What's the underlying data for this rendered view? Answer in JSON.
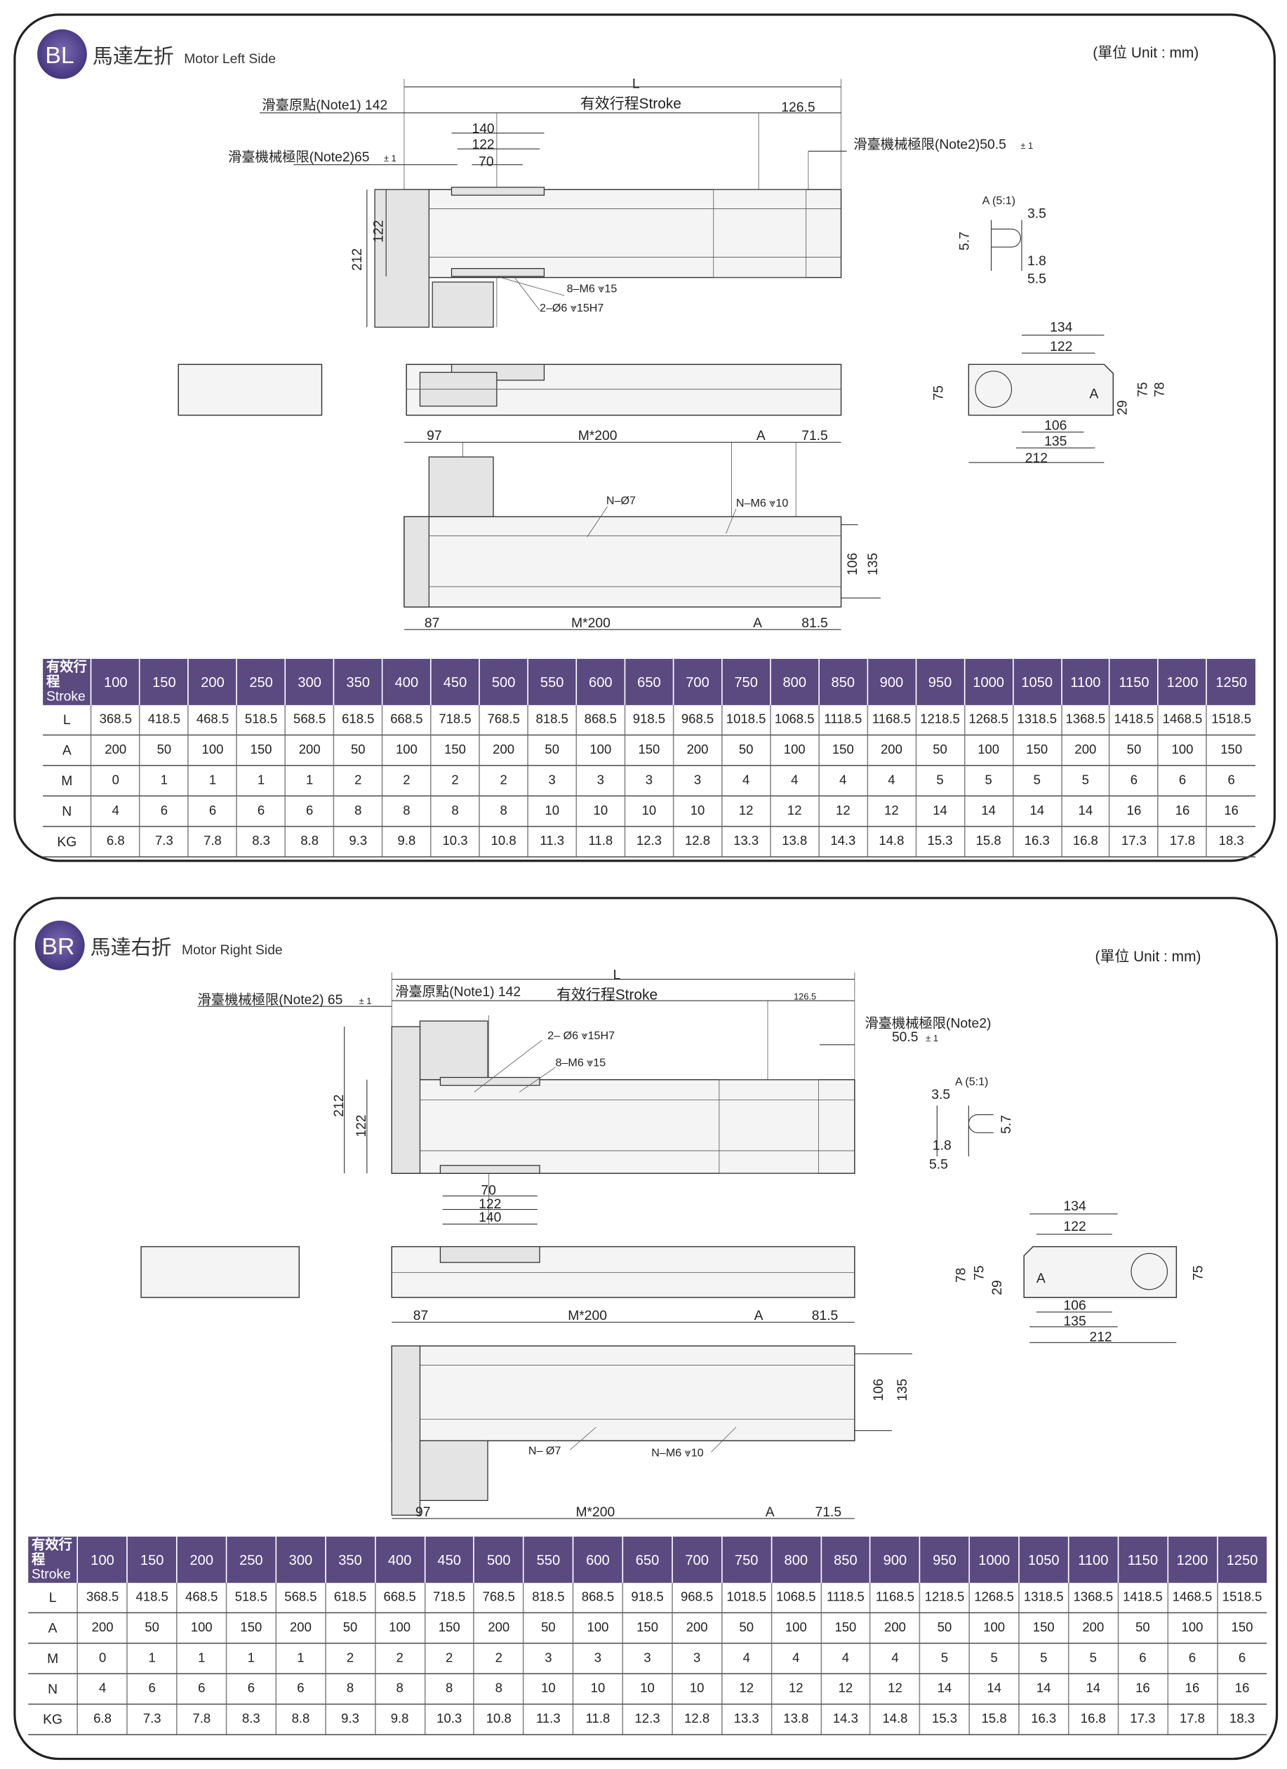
{
  "bl": {
    "badge": "BL",
    "title_zh": "馬達左折",
    "title_en": "Motor Left Side",
    "unit": "(單位 Unit : mm)",
    "dims": {
      "L": "L",
      "origin": "滑臺原點(Note1) 142",
      "stroke": "有效行程Stroke",
      "d126": "126.5",
      "d140": "140",
      "d122": "122",
      "d70": "70",
      "limit_left": "滑臺機械極限(Note2)65",
      "tol": "± 1",
      "limit_right": "滑臺機械極限(Note2)50.5",
      "d212": "212",
      "d122v": "122",
      "m6": "8–M6 ⩔15",
      "dia6": "2–Ø6 ⩔15H7",
      "detail": "A (5:1)",
      "a35": "3.5",
      "a57": "5.7",
      "a18": "1.8",
      "a55": "5.5",
      "e134": "134",
      "e122": "122",
      "e75": "75",
      "e75b": "75",
      "e78": "78",
      "e29": "29",
      "eA": "A",
      "e106": "106",
      "e135": "135",
      "e212": "212",
      "b97": "97",
      "bM200": "M*200",
      "bA": "A",
      "b715": "71.5",
      "bN7": "N–Ø7",
      "bNM6": "N–M6 ⩔10",
      "b106": "106",
      "b135": "135",
      "b87": "87",
      "bM200b": "M*200",
      "bAb": "A",
      "b815": "81.5"
    }
  },
  "br": {
    "badge": "BR",
    "title_zh": "馬達右折",
    "title_en": "Motor Right Side",
    "unit": "(單位 Unit : mm)",
    "dims": {
      "L": "L",
      "limit_left": "滑臺機械極限(Note2) 65",
      "tol": "± 1",
      "origin": "滑臺原點(Note1) 142",
      "stroke": "有效行程Stroke",
      "d126": "126.5",
      "dia6": "2– Ø6 ⩔15H7",
      "m6": "8–M6 ⩔15",
      "limit_right": "滑臺機械極限(Note2)",
      "lr505": "50.5",
      "d212": "212",
      "d122v": "122",
      "d70": "70",
      "d122": "122",
      "d140": "140",
      "detail": "A (5:1)",
      "a35": "3.5",
      "a57": "5.7",
      "a18": "1.8",
      "a55": "5.5",
      "e134": "134",
      "e122": "122",
      "e78": "78",
      "e75": "75",
      "e29": "29",
      "eA": "A",
      "e75b": "75",
      "e106": "106",
      "e135": "135",
      "e212": "212",
      "b87": "87",
      "bM200": "M*200",
      "bA": "A",
      "b815": "81.5",
      "b106": "106",
      "b135": "135",
      "bN7": "N– Ø7",
      "bNM6": "N–M6 ⩔10",
      "b97": "97",
      "bM200b": "M*200",
      "bAb": "A",
      "b715": "71.5"
    }
  },
  "spec_table": {
    "header_zh": "有效行程",
    "header_en": "Stroke",
    "strokes": [
      "100",
      "150",
      "200",
      "250",
      "300",
      "350",
      "400",
      "450",
      "500",
      "550",
      "600",
      "650",
      "700",
      "750",
      "800",
      "850",
      "900",
      "950",
      "1000",
      "1050",
      "1100",
      "1150",
      "1200",
      "1250"
    ],
    "rows": [
      {
        "label": "L",
        "values": [
          "368.5",
          "418.5",
          "468.5",
          "518.5",
          "568.5",
          "618.5",
          "668.5",
          "718.5",
          "768.5",
          "818.5",
          "868.5",
          "918.5",
          "968.5",
          "1018.5",
          "1068.5",
          "1118.5",
          "1168.5",
          "1218.5",
          "1268.5",
          "1318.5",
          "1368.5",
          "1418.5",
          "1468.5",
          "1518.5"
        ]
      },
      {
        "label": "A",
        "values": [
          "200",
          "50",
          "100",
          "150",
          "200",
          "50",
          "100",
          "150",
          "200",
          "50",
          "100",
          "150",
          "200",
          "50",
          "100",
          "150",
          "200",
          "50",
          "100",
          "150",
          "200",
          "50",
          "100",
          "150"
        ]
      },
      {
        "label": "M",
        "values": [
          "0",
          "1",
          "1",
          "1",
          "1",
          "2",
          "2",
          "2",
          "2",
          "3",
          "3",
          "3",
          "3",
          "4",
          "4",
          "4",
          "4",
          "5",
          "5",
          "5",
          "5",
          "6",
          "6",
          "6"
        ]
      },
      {
        "label": "N",
        "values": [
          "4",
          "6",
          "6",
          "6",
          "6",
          "8",
          "8",
          "8",
          "8",
          "10",
          "10",
          "10",
          "10",
          "12",
          "12",
          "12",
          "12",
          "14",
          "14",
          "14",
          "14",
          "16",
          "16",
          "16"
        ]
      },
      {
        "label": "KG",
        "values": [
          "6.8",
          "7.3",
          "7.8",
          "8.3",
          "8.8",
          "9.3",
          "9.8",
          "10.3",
          "10.8",
          "11.3",
          "11.8",
          "12.3",
          "12.8",
          "13.3",
          "13.8",
          "14.3",
          "14.8",
          "15.3",
          "15.8",
          "16.3",
          "16.8",
          "17.3",
          "17.8",
          "18.3"
        ]
      }
    ]
  },
  "colors": {
    "badge": "#4a3a86",
    "table_header": "#5a4a80"
  }
}
